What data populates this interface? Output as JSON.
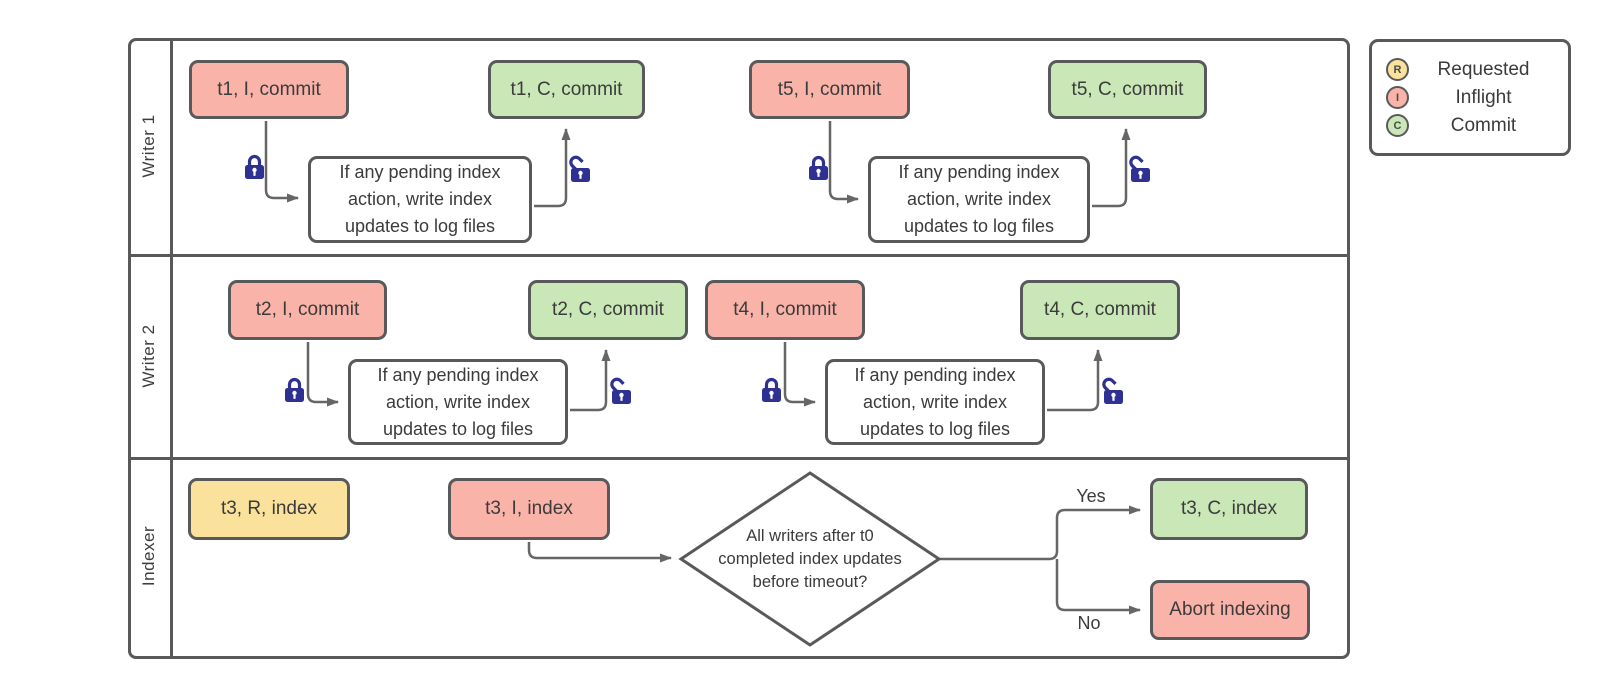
{
  "pool": {
    "lanes": [
      {
        "label": "Writer 1"
      },
      {
        "label": "Writer 2"
      },
      {
        "label": "Indexer"
      }
    ]
  },
  "legend": {
    "items": [
      {
        "letter": "R",
        "label": "Requested",
        "color": "#FAE29C"
      },
      {
        "letter": "I",
        "label": "Inflight",
        "color": "#F9B3A9"
      },
      {
        "letter": "C",
        "label": "Commit",
        "color": "#C9E7B7"
      }
    ]
  },
  "nodes": {
    "t1i": {
      "label": "t1, I, commit",
      "state": "inflight"
    },
    "t1c": {
      "label": "t1, C, commit",
      "state": "commit"
    },
    "t5i": {
      "label": "t5, I, commit",
      "state": "inflight"
    },
    "t5c": {
      "label": "t5, C, commit",
      "state": "commit"
    },
    "t2i": {
      "label": "t2, I, commit",
      "state": "inflight"
    },
    "t2c": {
      "label": "t2, C, commit",
      "state": "commit"
    },
    "t4i": {
      "label": "t4, I, commit",
      "state": "inflight"
    },
    "t4c": {
      "label": "t4, C, commit",
      "state": "commit"
    },
    "t3r": {
      "label": "t3, R, index",
      "state": "requested"
    },
    "t3i": {
      "label": "t3, I, index",
      "state": "inflight"
    },
    "t3c": {
      "label": "t3, C, index",
      "state": "commit"
    },
    "abort": {
      "label": "Abort indexing",
      "state": "inflight"
    }
  },
  "texts": {
    "process": "If any pending index\naction, write index\nupdates to log files",
    "decision": "All writers after t0\ncompleted index updates\nbefore timeout?",
    "yes": "Yes",
    "no": "No"
  },
  "colors": {
    "requested": "#FAE29C",
    "inflight": "#F9B3A9",
    "commit": "#C9E7B7",
    "shape_stroke": "#58595B",
    "connector": "#666666",
    "lock": "#2E3192",
    "text": "#3B3B3B"
  }
}
